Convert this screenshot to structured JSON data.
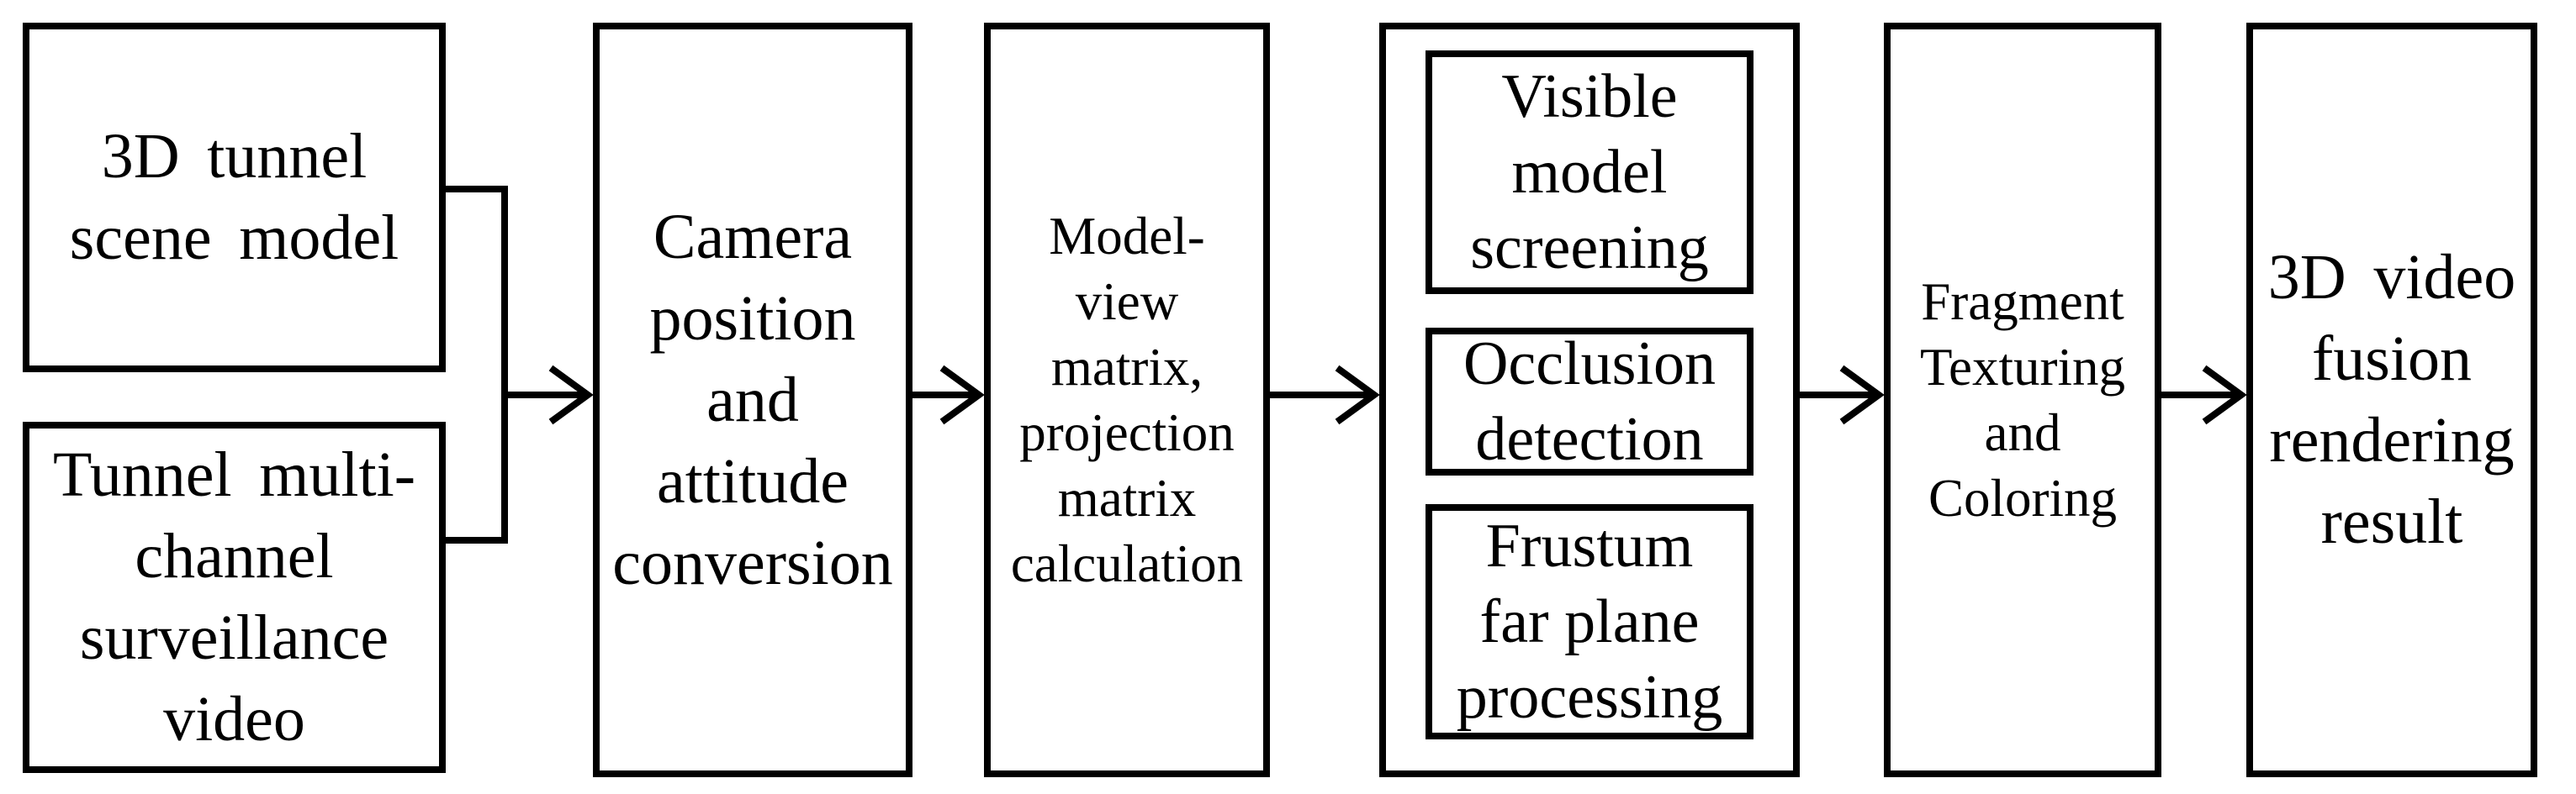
{
  "figure": {
    "type": "flowchart",
    "colors": {
      "line": "#000000",
      "background": "#ffffff",
      "text": "#000000"
    },
    "nodes": [
      {
        "id": "tunnel-model",
        "label": "3D tunnel\nscene model"
      },
      {
        "id": "tunnel-video",
        "label": "Tunnel multi-\nchannel\nsurveillance\nvideo"
      },
      {
        "id": "camera-conversion",
        "label": "Camera\nposition\nand\nattitude\nconversion"
      },
      {
        "id": "matrix-calculation",
        "label": "Model-\nview\nmatrix,\nprojection\nmatrix\ncalculation"
      },
      {
        "id": "visible-screening",
        "label": "Visible\nmodel\nscreening"
      },
      {
        "id": "occlusion-detection",
        "label": "Occlusion\ndetection"
      },
      {
        "id": "frustum-processing",
        "label": "Frustum\nfar plane\nprocessing"
      },
      {
        "id": "fragment-texturing",
        "label": "Fragment\nTexturing\nand\nColoring"
      },
      {
        "id": "fusion-result",
        "label": "3D video\nfusion\nrendering\nresult"
      }
    ],
    "group": {
      "id": "processing-steps",
      "children": [
        "visible-screening",
        "occlusion-detection",
        "frustum-processing"
      ]
    },
    "edges": [
      {
        "from": "tunnel-model",
        "to": "camera-conversion"
      },
      {
        "from": "tunnel-video",
        "to": "camera-conversion"
      },
      {
        "from": "camera-conversion",
        "to": "matrix-calculation"
      },
      {
        "from": "matrix-calculation",
        "to": "processing-steps"
      },
      {
        "from": "processing-steps",
        "to": "fragment-texturing"
      },
      {
        "from": "fragment-texturing",
        "to": "fusion-result"
      }
    ]
  }
}
